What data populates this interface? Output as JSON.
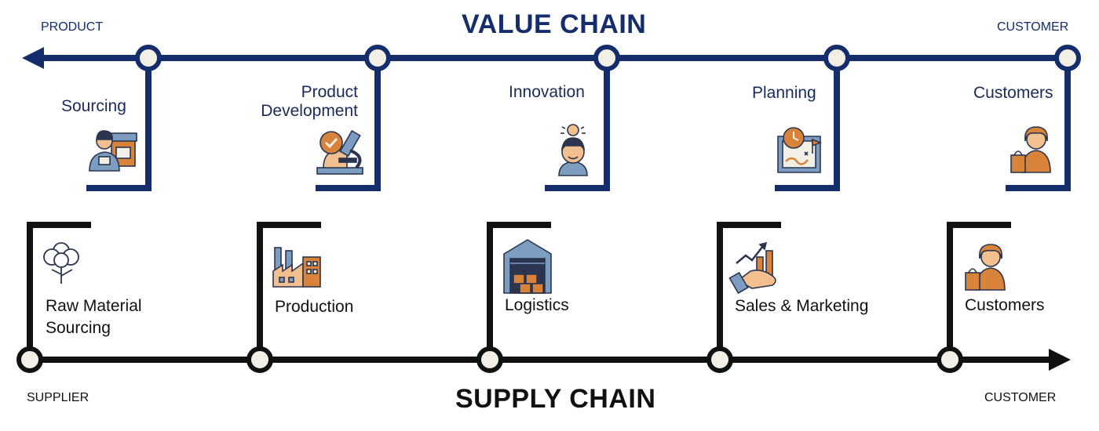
{
  "value_chain": {
    "title": "VALUE CHAIN",
    "left_end": "PRODUCT",
    "right_end": "CUSTOMER",
    "color": "#152d6b",
    "stages": [
      {
        "lines": [
          "Sourcing"
        ],
        "icon": "sourcing-worker-icon"
      },
      {
        "lines": [
          "Product",
          "Development"
        ],
        "icon": "microscope-icon"
      },
      {
        "lines": [
          "Innovation"
        ],
        "icon": "idea-person-icon"
      },
      {
        "lines": [
          "Planning"
        ],
        "icon": "planning-map-icon"
      },
      {
        "lines": [
          "Customers"
        ],
        "icon": "shopper-icon"
      }
    ]
  },
  "supply_chain": {
    "title": "SUPPLY CHAIN",
    "left_end": "SUPPLIER",
    "right_end": "CUSTOMER",
    "color": "#111111",
    "stages": [
      {
        "lines": [
          "Raw Material",
          "Sourcing"
        ],
        "icon": "cotton-plant-icon"
      },
      {
        "lines": [
          "Production"
        ],
        "icon": "factory-icon"
      },
      {
        "lines": [
          "Logistics"
        ],
        "icon": "warehouse-icon"
      },
      {
        "lines": [
          "Sales & Marketing"
        ],
        "icon": "growth-hand-icon"
      },
      {
        "lines": [
          "Customers"
        ],
        "icon": "shopper-icon"
      }
    ]
  },
  "colors": {
    "node_fill": "#f1efe6",
    "icon_orange": "#d9833a",
    "icon_blue": "#7c9cc0",
    "icon_dark": "#2b3550",
    "icon_skin": "#f2c08f"
  }
}
